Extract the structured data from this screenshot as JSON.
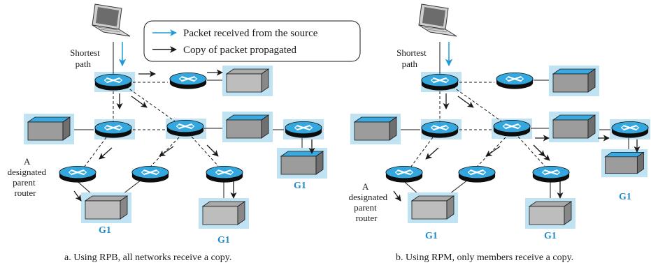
{
  "legend": {
    "source_label": "Packet received from the source",
    "copy_label": "Copy of packet propagated"
  },
  "colors": {
    "source_arrow": "#1e9ad6",
    "copy_arrow": "#1a1a1a",
    "highlight": "#bfe3f2",
    "router_top": "#35a7df",
    "group_label": "#1e88c8"
  },
  "panel_a": {
    "shortest_path_label": [
      "Shortest",
      "path"
    ],
    "designated_label": [
      "A",
      "designated",
      "parent",
      "router"
    ],
    "group_labels": [
      "G1",
      "G1",
      "G1"
    ],
    "caption": "a. Using  RPB, all networks receive a copy."
  },
  "panel_b": {
    "shortest_path_label": [
      "Shortest",
      "path"
    ],
    "designated_label": [
      "A",
      "designated",
      "parent",
      "router"
    ],
    "group_labels": [
      "G1",
      "G1",
      "G1"
    ],
    "caption": "b. Using  RPM, only members receive a copy."
  }
}
